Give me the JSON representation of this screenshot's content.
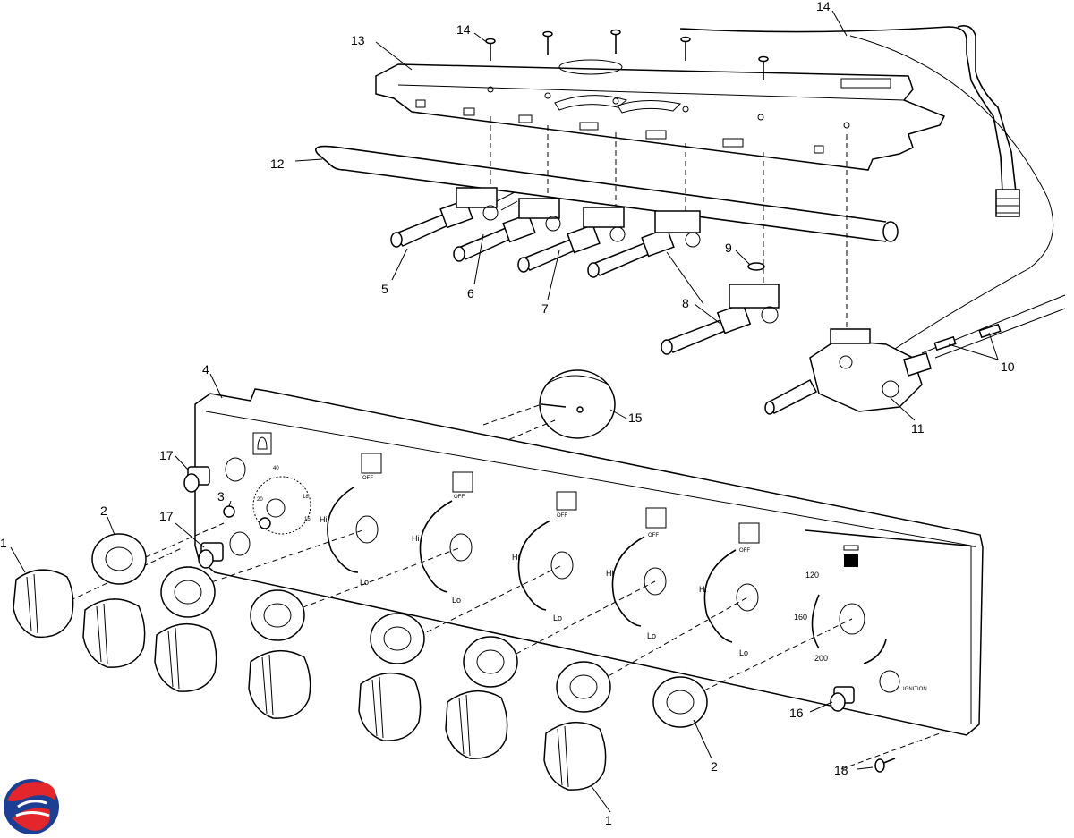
{
  "callouts": {
    "c1_left": "1",
    "c2_left": "2",
    "c3": "3",
    "c4": "4",
    "c5": "5",
    "c6": "6",
    "c7": "7",
    "c8": "8",
    "c9": "9",
    "c10": "10",
    "c11": "11",
    "c12": "12",
    "c13": "13",
    "c14_left": "14",
    "c14_right": "14",
    "c15": "15",
    "c16": "16",
    "c17_top": "17",
    "c17_bottom": "17",
    "c18": "18",
    "c1_bottom": "1",
    "c2_right": "2"
  },
  "panel_labels": {
    "off": "OFF",
    "hi": "Hi",
    "lo": "Lo",
    "temp_120": "120",
    "temp_160": "160",
    "temp_200": "200",
    "timer_20": "20",
    "timer_18": "18",
    "timer_15": "15",
    "timer_40": "40",
    "ignition": "IGNITION"
  },
  "colors": {
    "line": "#000000",
    "logo_red": "#e3262b",
    "logo_blue": "#1c3f94"
  },
  "icons": [
    "bell-icon",
    "brand-logo-icon"
  ]
}
